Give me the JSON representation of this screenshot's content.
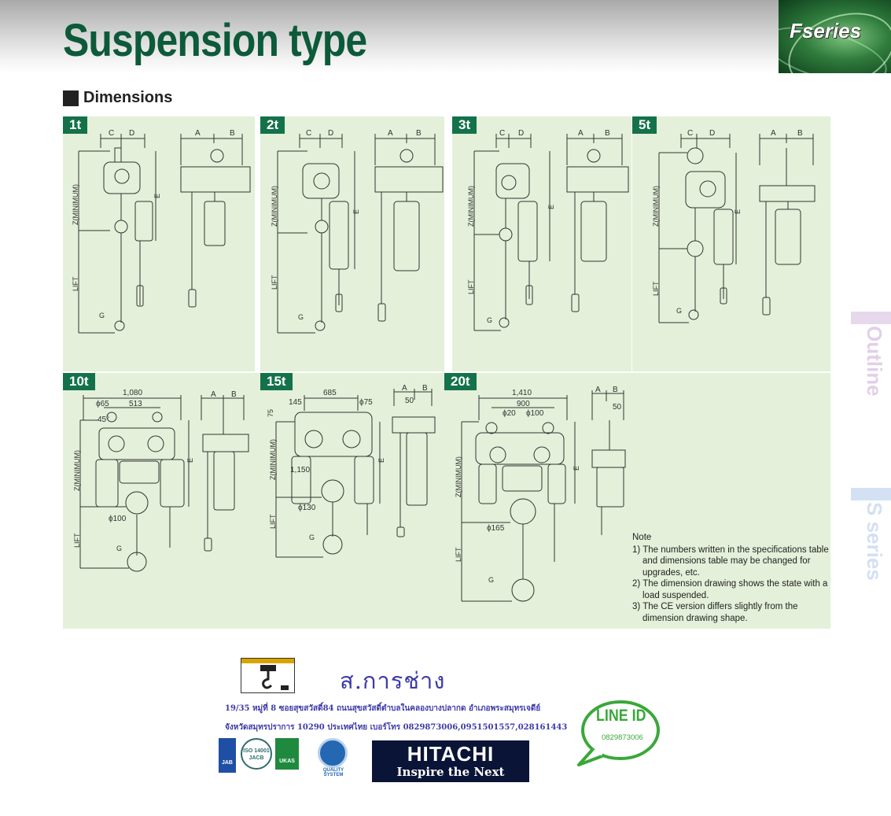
{
  "header": {
    "title": "Suspension type",
    "series_badge": "Fseries"
  },
  "section": {
    "heading": "Dimensions"
  },
  "panels": [
    {
      "tag": "1t",
      "labels": {
        "c": "C",
        "d": "D",
        "a": "A",
        "b": "B",
        "z": "Z(MINIMUM)",
        "e": "E",
        "lift": "LIFT",
        "g": "G"
      }
    },
    {
      "tag": "2t",
      "labels": {
        "c": "C",
        "d": "D",
        "a": "A",
        "b": "B",
        "z": "Z(MINIMUM)",
        "e": "E",
        "lift": "LIFT",
        "g": "G"
      }
    },
    {
      "tag": "3t",
      "labels": {
        "c": "C",
        "d": "D",
        "a": "A",
        "b": "B",
        "z": "Z(MINIMUM)",
        "e": "E",
        "lift": "LIFT",
        "g": "G"
      }
    },
    {
      "tag": "5t",
      "labels": {
        "c": "C",
        "d": "D",
        "a": "A",
        "b": "B",
        "z": "Z(MINIMUM)",
        "e": "E",
        "lift": "LIFT",
        "g": "G"
      }
    },
    {
      "tag": "10t",
      "dims": {
        "width": "1,080",
        "pitch": "513",
        "pin": "ϕ65",
        "angle": "45°",
        "hook": "ϕ100"
      },
      "labels": {
        "a": "A",
        "b": "B",
        "z": "Z(MINIMUM)",
        "e": "E",
        "lift": "LIFT",
        "g": "G"
      }
    },
    {
      "tag": "15t",
      "dims": {
        "width": "685",
        "offset": "145",
        "pin": "ϕ75",
        "top": "75",
        "inner": "1,150",
        "hook": "ϕ130",
        "side": "50"
      },
      "labels": {
        "a": "A",
        "b": "B",
        "z": "Z(MINIMUM)",
        "e": "E",
        "lift": "LIFT",
        "g": "G"
      }
    },
    {
      "tag": "20t",
      "dims": {
        "width": "1,410",
        "pitch": "900",
        "pin_small": "ϕ20",
        "pin": "ϕ100",
        "hook": "ϕ165",
        "side": "50"
      },
      "labels": {
        "a": "A",
        "b": "B",
        "z": "Z(MINIMUM)",
        "e": "E",
        "lift": "LIFT",
        "g": "G"
      }
    }
  ],
  "note": {
    "title": "Note",
    "items": [
      "1) The numbers written in the specifications table and dimensions table may be changed for upgrades, etc.",
      "2) The dimension drawing shows the state with a load suspended.",
      "3) The CE version differs slightly from the dimension drawing shape."
    ]
  },
  "side_tabs": [
    "Outline",
    "S series"
  ],
  "footer": {
    "company": "ส.การช่าง",
    "address_line1": "19/35 หมู่ที่ 8 ซอยสุขสวัสดิ์84 ถนนสุขสวัสดิ์ตำบลในคลองบางปลากด อำเภอพระสมุทรเจดีย์",
    "address_line2": "จังหวัดสมุทรปราการ 10290 ประเทศไทย     เบอร์โทร 0829873006,0951501557,028161443",
    "cert_labels": [
      "JAB",
      "ISO 14001 JACB",
      "UKAS",
      "QUALITY SYSTEM"
    ],
    "hitachi_brand": "HITACHI",
    "hitachi_tagline": "Inspire the Next",
    "line_title": "LINE ID",
    "line_number": "0829873006"
  },
  "colors": {
    "title_green": "#0c5a3a",
    "tag_green": "#14724a",
    "panel_bg": "#e4f0d9",
    "footer_blue": "#3d3aa8",
    "line_green": "#3aa839"
  }
}
